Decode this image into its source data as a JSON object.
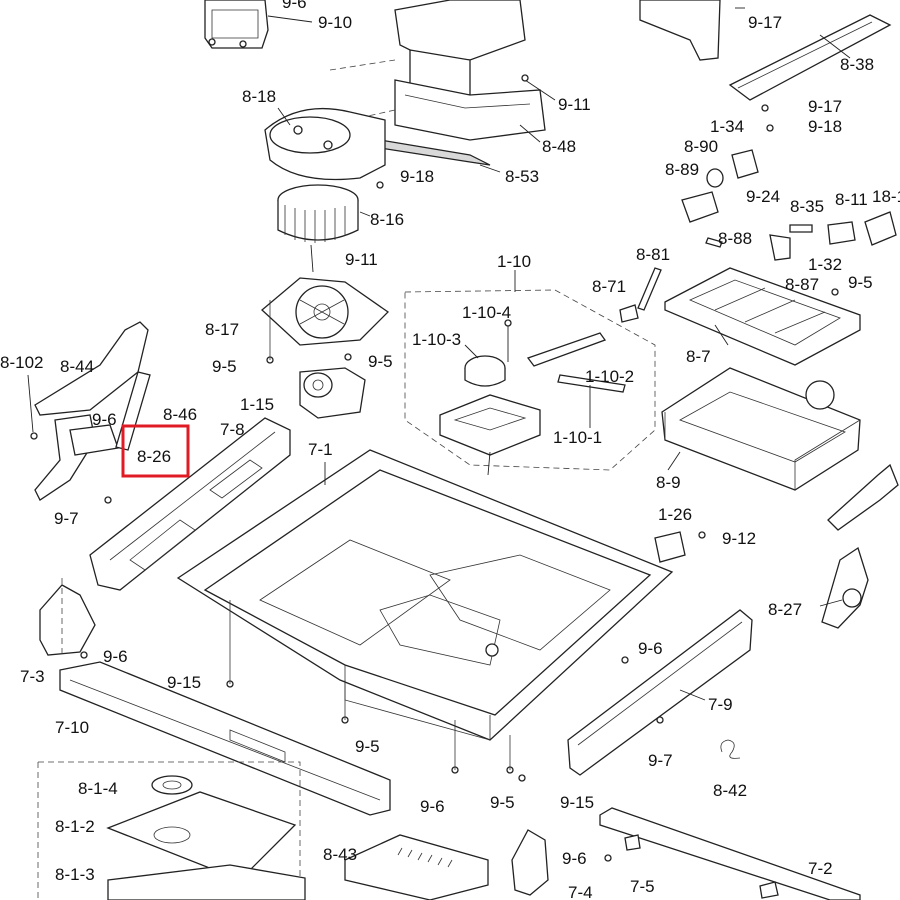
{
  "highlight_label": "8-26",
  "highlight_color": "#e01b24",
  "labels": {
    "l_9_6_top": "9-6",
    "l_9_10": "9-10",
    "l_9_17_top": "9-17",
    "l_8_38": "8-38",
    "l_8_18": "8-18",
    "l_9_11_top": "9-11",
    "l_8_48": "8-48",
    "l_9_17_mid": "9-17",
    "l_1_34": "1-34",
    "l_9_18_right": "9-18",
    "l_8_90": "8-90",
    "l_8_89": "8-89",
    "l_9_18_left": "9-18",
    "l_8_53": "8-53",
    "l_9_24": "9-24",
    "l_8_35": "8-35",
    "l_8_11": "8-11",
    "l_18_1": "18-1",
    "l_8_16": "8-16",
    "l_8_88": "8-88",
    "l_1_32": "1-32",
    "l_9_5_right": "9-5",
    "l_9_11_mid": "9-11",
    "l_1_10": "1-10",
    "l_8_81": "8-81",
    "l_8_87": "8-87",
    "l_8_71": "8-71",
    "l_1_10_4": "1-10-4",
    "l_8_17": "8-17",
    "l_1_10_3": "1-10-3",
    "l_8_7": "8-7",
    "l_8_102": "8-102",
    "l_8_44": "8-44",
    "l_9_5_a": "9-5",
    "l_9_5_b": "9-5",
    "l_1_10_2": "1-10-2",
    "l_1_15": "1-15",
    "l_9_6_left": "9-6",
    "l_8_46": "8-46",
    "l_1_10_1": "1-10-1",
    "l_7_8": "7-8",
    "l_8_26": "8-26",
    "l_7_1": "7-1",
    "l_8_9": "8-9",
    "l_9_7_left": "9-7",
    "l_1_26": "1-26",
    "l_9_12": "9-12",
    "l_8_27": "8-27",
    "l_9_6_mid": "9-6",
    "l_7_3": "7-3",
    "l_9_6_right": "9-6",
    "l_9_15_left": "9-15",
    "l_7_9": "7-9",
    "l_7_10": "7-10",
    "l_9_5_bottom": "9-5",
    "l_9_7_right": "9-7",
    "l_8_42": "8-42",
    "l_8_1_4": "8-1-4",
    "l_9_6_bottom": "9-6",
    "l_9_5_bottom2": "9-5",
    "l_9_15_bottom": "9-15",
    "l_8_1_2": "8-1-2",
    "l_8_43": "8-43",
    "l_9_6_br": "9-6",
    "l_7_2": "7-2",
    "l_8_1_3": "8-1-3",
    "l_7_4": "7-4",
    "l_7_5": "7-5"
  }
}
